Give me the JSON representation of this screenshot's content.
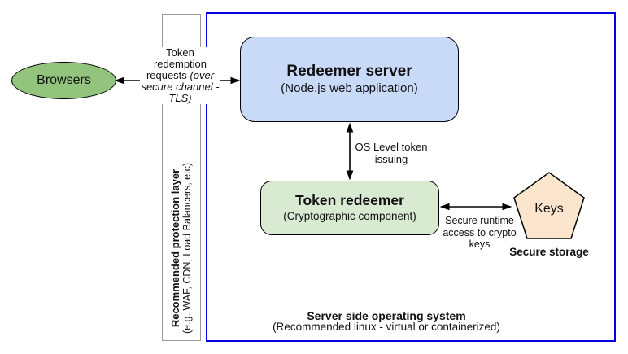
{
  "colors": {
    "outer_border_blue": "#0000dd",
    "protection_border_gray": "#999999",
    "browsers_fill": "#93c47d",
    "redeemer_server_fill": "#c9daf8",
    "token_redeemer_fill": "#d9ead3",
    "keys_fill": "#fce5cd",
    "arrow_black": "#000000"
  },
  "nodes": {
    "browsers": {
      "label": "Browsers"
    },
    "redeemer_server": {
      "title": "Redeemer server",
      "subtitle": "(Node.js web application)"
    },
    "token_redeemer": {
      "title": "Token redeemer",
      "subtitle": "(Cryptographic component)"
    },
    "keys": {
      "label": "Keys",
      "caption": "Secure storage"
    },
    "protection_layer": {
      "title": "Recommended protection layer",
      "subtitle": "(e.g. WAF, CDN, Load Balancers, etc)"
    },
    "operating_system": {
      "title": "Server side operating system",
      "subtitle": "(Recommended linux - virtual or containerized)"
    }
  },
  "edges": {
    "browsers_to_server": {
      "label": "Token redemption requests",
      "label_italic": "(over secure channel - TLS)"
    },
    "server_to_token_redeemer": {
      "label": "OS Level token issuing"
    },
    "token_redeemer_to_keys": {
      "label": "Secure runtime access to crypto keys"
    }
  }
}
